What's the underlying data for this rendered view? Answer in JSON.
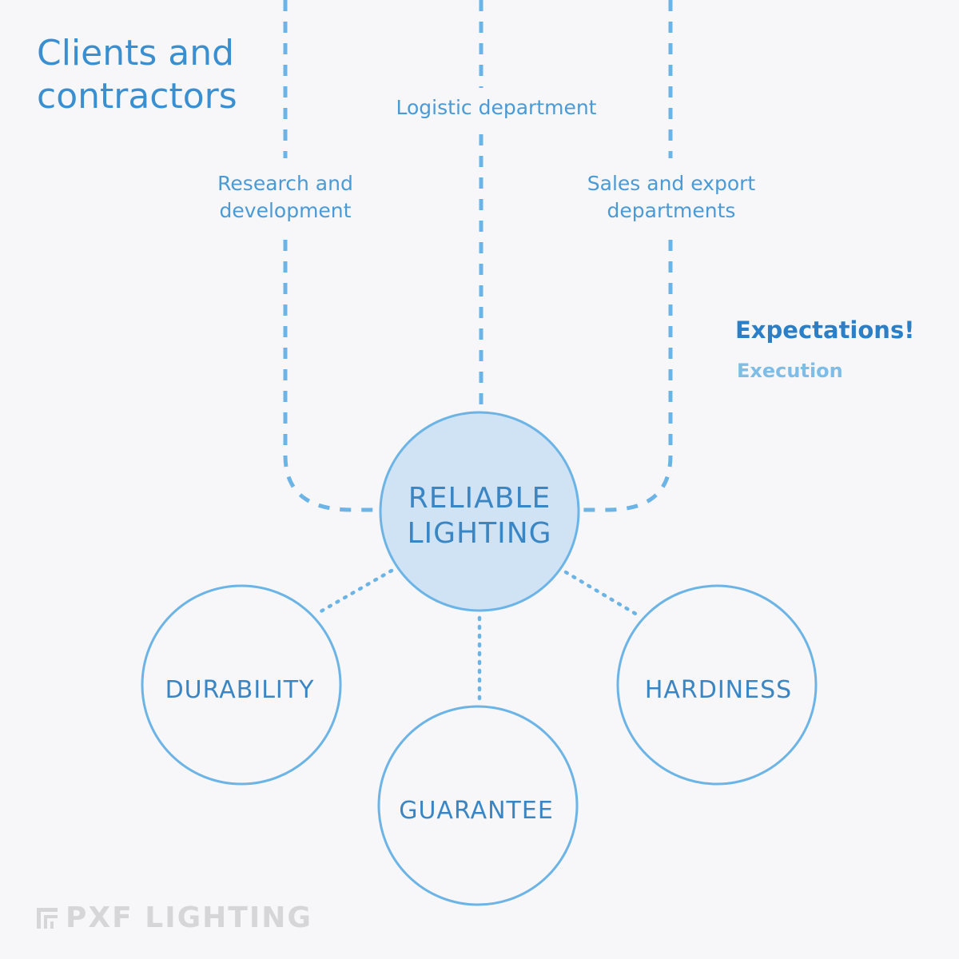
{
  "title": {
    "line1": "Clients and",
    "line2": "contractors"
  },
  "departments": [
    {
      "line1": "Research and",
      "line2": "development"
    },
    {
      "line1": "Logistic department",
      "line2": ""
    },
    {
      "line1": "Sales and export",
      "line2": "departments"
    }
  ],
  "legend": {
    "primary": "Expectations!",
    "secondary": "Execution"
  },
  "center_node": {
    "line1": "RELIABLE",
    "line2": "LIGHTING"
  },
  "nodes": [
    {
      "label": "DURABILITY"
    },
    {
      "label": "GUARANTEE"
    },
    {
      "label": "HARDINESS"
    }
  ],
  "watermark": {
    "text": "PXF LIGHTING",
    "icon": "pxf-logo-icon"
  },
  "colors": {
    "accent": "#3a8fd0",
    "line": "#6db4e6",
    "center_fill": "#cfe3f5",
    "background": "#f7f7fa"
  }
}
